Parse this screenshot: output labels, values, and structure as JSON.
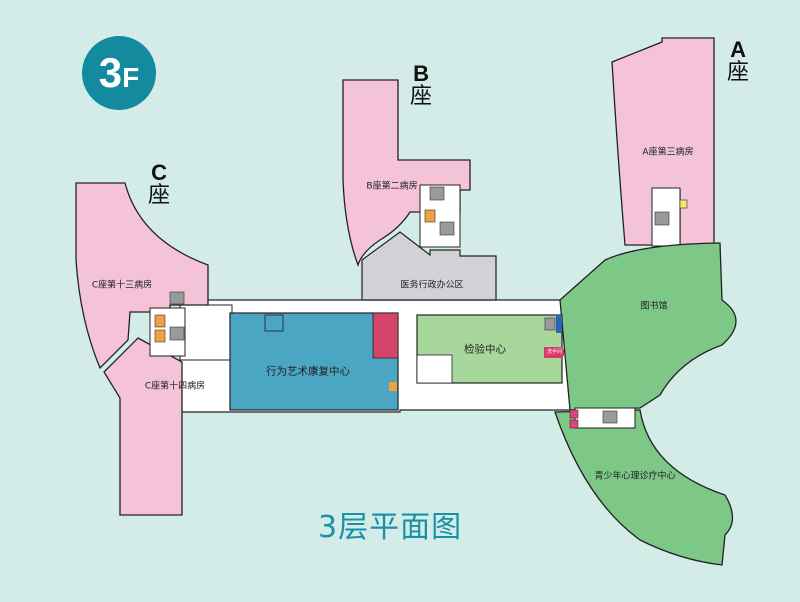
{
  "floor_badge": {
    "number": "3",
    "letter": "F"
  },
  "title": "3层平面图",
  "wings": {
    "A": {
      "letter": "A",
      "char": "座"
    },
    "B": {
      "letter": "B",
      "char": "座"
    },
    "C": {
      "letter": "C",
      "char": "座"
    }
  },
  "rooms": {
    "a_ward3": "A座第三病房",
    "b_ward2": "B座第二病房",
    "c_ward13": "C座第十三病房",
    "c_ward14": "C座第十四病房",
    "admin": "医务行政办公区",
    "rehab": "行为艺术康复中心",
    "lab": "检验中心",
    "library": "图书馆",
    "youth": "青少年心理诊疗中心",
    "restroom": "洗手间"
  },
  "colors": {
    "background": "#d4ece8",
    "ward_pink": "#f4c3d8",
    "corridor_white": "#ffffff",
    "admin_gray": "#d2d2d6",
    "rehab_blue": "#4ba6c4",
    "lab_green": "#a8d79c",
    "library_green": "#7dc787",
    "badge_teal": "#138a9e",
    "title_teal": "#1a91a8",
    "accent_red": "#d4436a",
    "stair_gray": "#888888",
    "elevator_orange": "#f0a040"
  }
}
